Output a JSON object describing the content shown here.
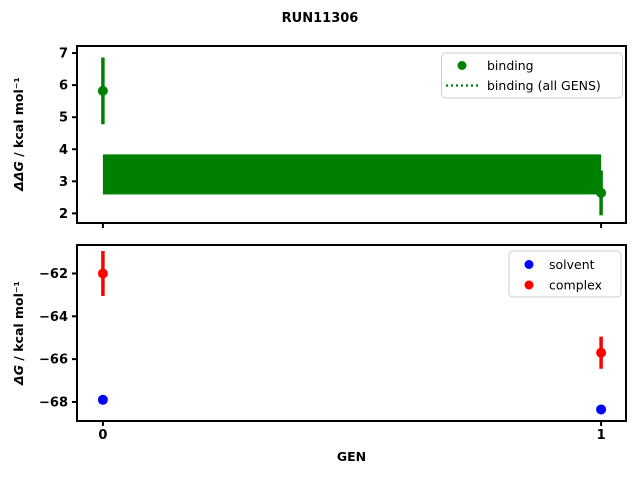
{
  "figure": {
    "title": "RUN11306",
    "xlabel": "GEN",
    "background": "#ffffff",
    "axis_color": "#000000"
  },
  "top_plot": {
    "ylabel_math": "ΔΔG",
    "ylabel_units": " / kcal mol⁻¹",
    "legend": [
      {
        "label": "binding",
        "marker": "circle",
        "color": "#008000"
      },
      {
        "label": "binding (all GENS)",
        "marker": "dotted-line",
        "color": "#008000"
      }
    ]
  },
  "bottom_plot": {
    "ylabel_math": "ΔG",
    "ylabel_units": " / kcal mol⁻¹",
    "legend": [
      {
        "label": "solvent",
        "marker": "circle",
        "color": "#0000ff"
      },
      {
        "label": "complex",
        "marker": "circle",
        "color": "#ff0000"
      }
    ]
  },
  "chart_data": [
    {
      "type": "scatter",
      "title": "RUN11306",
      "ylabel": "ΔΔG / kcal mol⁻¹",
      "xlabel": "",
      "xlim": [
        -0.052,
        1.05
      ],
      "ylim": [
        1.7,
        7.22
      ],
      "xticks": [
        0,
        1
      ],
      "yticks": [
        2,
        3,
        4,
        5,
        6,
        7
      ],
      "grid": false,
      "legend_position": "upper right",
      "series": [
        {
          "name": "binding",
          "color": "#008000",
          "x": [
            0,
            1
          ],
          "y": [
            5.82,
            2.64
          ],
          "yerr": [
            1.04,
            0.7
          ]
        }
      ],
      "band": {
        "name": "binding (all GENS)",
        "color": "#008000",
        "x": [
          0,
          1
        ],
        "ylo": 2.59,
        "yhi": 3.84
      }
    },
    {
      "type": "scatter",
      "title": "",
      "ylabel": "ΔG / kcal mol⁻¹",
      "xlabel": "GEN",
      "xlim": [
        -0.052,
        1.05
      ],
      "ylim": [
        -68.89,
        -60.67
      ],
      "xticks": [
        0,
        1
      ],
      "yticks": [
        -68,
        -66,
        -64,
        -62
      ],
      "grid": false,
      "legend_position": "upper right",
      "series": [
        {
          "name": "solvent",
          "color": "#0000ff",
          "x": [
            0,
            1
          ],
          "y": [
            -67.9,
            -68.35
          ],
          "yerr": [
            0.12,
            0.18
          ]
        },
        {
          "name": "complex",
          "color": "#ff0000",
          "x": [
            0,
            1
          ],
          "y": [
            -62.0,
            -65.7
          ],
          "yerr": [
            1.05,
            0.75
          ]
        }
      ]
    }
  ]
}
